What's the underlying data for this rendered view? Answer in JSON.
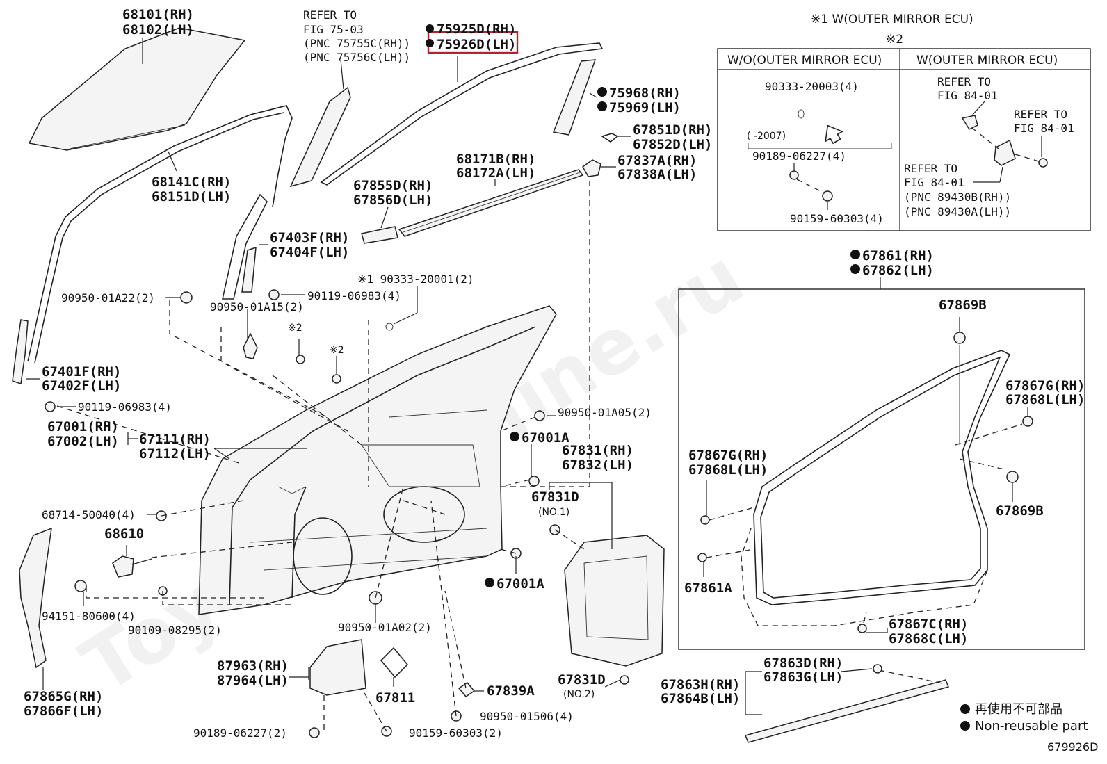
{
  "watermark": "ToyotaCarMine.ru",
  "figure_id": "679926D",
  "header_note_1": "※1  W(OUTER MIRROR ECU)",
  "header_note_2": "※2",
  "table": {
    "col_left_title": "W/O(OUTER MIRROR ECU)",
    "col_right_title": "W(OUTER MIRROR ECU)",
    "left": {
      "part_a": "90333-20003(4)",
      "range": "(      -2007)",
      "part_b": "90189-06227(4)",
      "part_c": "90159-60303(4)"
    },
    "right": {
      "refer_1a": "REFER TO",
      "refer_1b": "FIG 84-01",
      "refer_2a": "REFER TO",
      "refer_2b": "FIG 84-01",
      "refer_3a": "REFER TO",
      "refer_3b": "FIG 84-01",
      "pnc_rh": "(PNC 89430B(RH))",
      "pnc_lh": "(PNC 89430A(LH))"
    }
  },
  "labels": {
    "l68101": "68101(RH)",
    "l68102": "68102(LH)",
    "refer_a": "REFER TO",
    "refer_b": "FIG 75-03",
    "refer_c": "(PNC 75755C(RH))",
    "refer_d": "(PNC 75756C(LH))",
    "l75925": "75925D(RH)",
    "l75926": "75926D(LH)",
    "l75968": "75968(RH)",
    "l75969": "75969(LH)",
    "l67851": "67851D(RH)",
    "l67852": "67852D(LH)",
    "l67837": "67837A(RH)",
    "l67838": "67838A(LH)",
    "l68171": "68171B(RH)",
    "l68172": "68172A(LH)",
    "l67855": "67855D(RH)",
    "l67856": "67856D(LH)",
    "l68141": "68141C(RH)",
    "l68151": "68151D(LH)",
    "l67403": "67403F(RH)",
    "l67404": "67404F(LH)",
    "l90333_1": "※1 90333-20001(2)",
    "l90950_a22": "90950-01A22(2)",
    "l90950_a15": "90950-01A15(2)",
    "l90119_a": "90119-06983(4)",
    "mark2_a": "※2",
    "mark2_b": "※2",
    "l67401": "67401F(RH)",
    "l67402": "67402F(LH)",
    "l90119_b": "90119-06983(4)",
    "l90950_a05": "90950-01A05(2)",
    "l67001": "67001(RH)",
    "l67002": "67002(LH)",
    "l67111": "67111(RH)",
    "l67112": "67112(LH)",
    "l67001a_1": "67001A",
    "l67831": "67831(RH)",
    "l67832": "67832(LH)",
    "l67831d_1": "67831D",
    "no1": "(NO.1)",
    "l68714": "68714-50040(4)",
    "l68610": "68610",
    "l67001a_2": "67001A",
    "l94151": "94151-80600(4)",
    "l90109": "90109-08295(2)",
    "l90950_a02": "90950-01A02(2)",
    "l87963": "87963(RH)",
    "l87964": "87964(LH)",
    "l67811": "67811",
    "l67839": "67839A",
    "l67831d_2": "67831D",
    "no2": "(NO.2)",
    "l67865": "67865G(RH)",
    "l67866": "67866F(LH)",
    "l90189": "90189-06227(2)",
    "l90159": "90159-60303(2)",
    "l90950_506": "90950-01506(4)",
    "l67861": "67861(RH)",
    "l67862": "67862(LH)",
    "l67869b_1": "67869B",
    "l67867g_1": "67867G(RH)",
    "l67868l_1": "67868L(LH)",
    "l67867g_2": "67867G(RH)",
    "l67868l_2": "67868L(LH)",
    "l67869b_2": "67869B",
    "l67861a": "67861A",
    "l67867c": "67867C(RH)",
    "l67868c": "67868C(LH)",
    "l67863d": "67863D(RH)",
    "l67863g": "67863G(LH)",
    "l67863h": "67863H(RH)",
    "l67864b": "67864B(LH)"
  },
  "legend": {
    "jp": "再使用不可部品",
    "en": "Non-reusable part"
  },
  "colors": {
    "highlight": "#b5222e",
    "ink": "#111111"
  }
}
